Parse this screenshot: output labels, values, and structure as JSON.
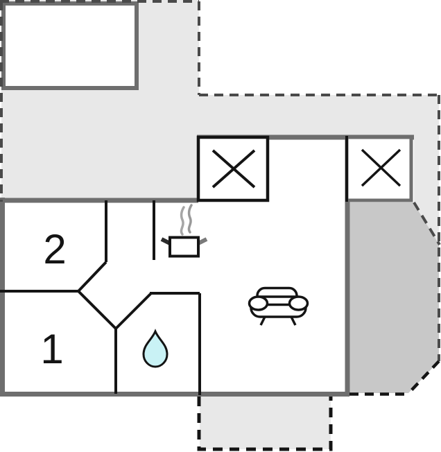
{
  "floor_plan": {
    "room_labels": [
      {
        "id": "room-2",
        "label": "2"
      },
      {
        "id": "room-1",
        "label": "1"
      }
    ],
    "icons": [
      {
        "name": "skylight-cross-icon",
        "location": "left-roof-window"
      },
      {
        "name": "skylight-cross-icon",
        "location": "right-roof-window"
      },
      {
        "name": "cooking-pot-icon",
        "location": "kitchen"
      },
      {
        "name": "water-drop-icon",
        "location": "bathroom"
      },
      {
        "name": "sofa-icon",
        "location": "living-room"
      }
    ],
    "areas": [
      {
        "name": "terrace-light",
        "style": "light-gray-dashed-boundary"
      },
      {
        "name": "terrace-dark",
        "style": "dark-gray-dashed-boundary"
      },
      {
        "name": "annex",
        "style": "white-gray-border"
      },
      {
        "name": "bottom-terrace",
        "style": "light-gray-black-dashed"
      }
    ]
  },
  "colors": {
    "background": "#ffffff",
    "terrace_light": "#e8e8e8",
    "terrace_dark": "#c8c8c8",
    "wall": "#6e6e6e",
    "line": "#141414",
    "dash": "#4a4a4a",
    "steam": "#a6a6a6",
    "drop_fill": "#c9f2f5"
  }
}
